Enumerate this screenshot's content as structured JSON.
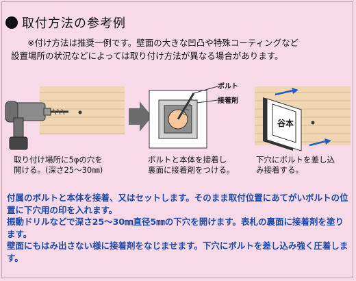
{
  "heading": "取付方法の参考例",
  "note_lines": [
    "※付け方法は推奨一例です。壁面の大きな凹凸や特殊コーティングなど",
    "設置場所の状況などによっては取り付け方法が異なる場合があります。"
  ],
  "diagram_labels": {
    "bolt": "ボルト",
    "adhesive": "接着剤",
    "plate": "谷本"
  },
  "captions": [
    [
      "取り付け場所に5φの穴を",
      "開ける。(深さ25～30㎜)"
    ],
    [
      "ボルトと本体を接着し",
      "裏面に接着剤をつける。"
    ],
    [
      "下穴にボルトを差し込",
      "み接着する。"
    ]
  ],
  "steps": [
    "付属のボルトと本体を接着、又はセットします。そのまま取付位置にあてがいボルトの位置に下穴用の印を入れます。",
    "振動ドリルなどで深さ25～30㎜直径5㎜の下穴を開けます。表札の裏面に接着剤を塗ります。",
    "壁面にもはみ出さない様に接着剤をなじませます。下穴にボルトを差し込み強く圧着します。"
  ],
  "colors": {
    "background": "#f7d9e8",
    "step_text": "#1a49a8",
    "wall": "#f0d6b2",
    "arrow": "#1e5fc2"
  },
  "icons": [
    "drill-icon",
    "arrow-right-icon",
    "bolt-icon",
    "nameplate-icon"
  ]
}
